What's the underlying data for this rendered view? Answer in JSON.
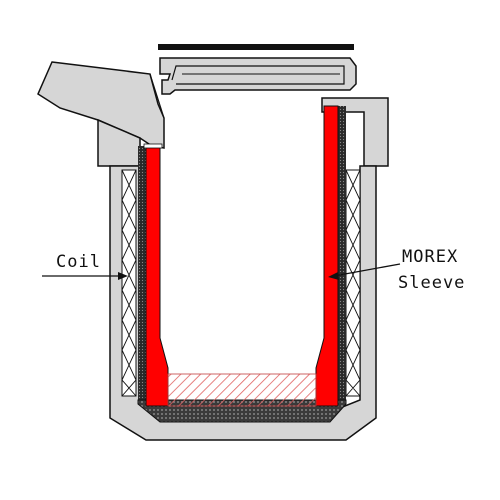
{
  "labels": {
    "coil": "Coil",
    "morex_line1": "MOREX",
    "morex_line2": "Sleeve"
  },
  "colors": {
    "sleeve_red": "#ff0000",
    "furnace_gray": "#d6d6d6",
    "outline": "#111111",
    "hatch": "#e06060",
    "lid_bar": "#111111"
  },
  "parts": [
    "lid",
    "pouring-spout",
    "furnace-body",
    "induction-coil",
    "morex-sleeve",
    "crucible-bottom-lining",
    "melt-charge-hatched"
  ]
}
